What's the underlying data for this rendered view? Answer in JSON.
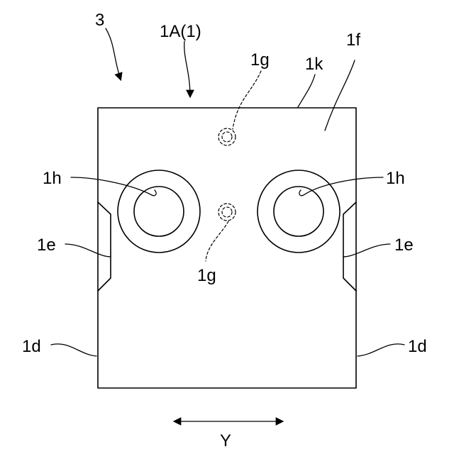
{
  "labels": {
    "ref_3": "3",
    "ref_1A": "1A(1)",
    "ref_1g_top": "1g",
    "ref_1k": "1k",
    "ref_1f": "1f",
    "ref_1h_left": "1h",
    "ref_1h_right": "1h",
    "ref_1e_left": "1e",
    "ref_1e_right": "1e",
    "ref_1g_bottom": "1g",
    "ref_1d_left": "1d",
    "ref_1d_right": "1d",
    "axis_Y": "Y"
  }
}
